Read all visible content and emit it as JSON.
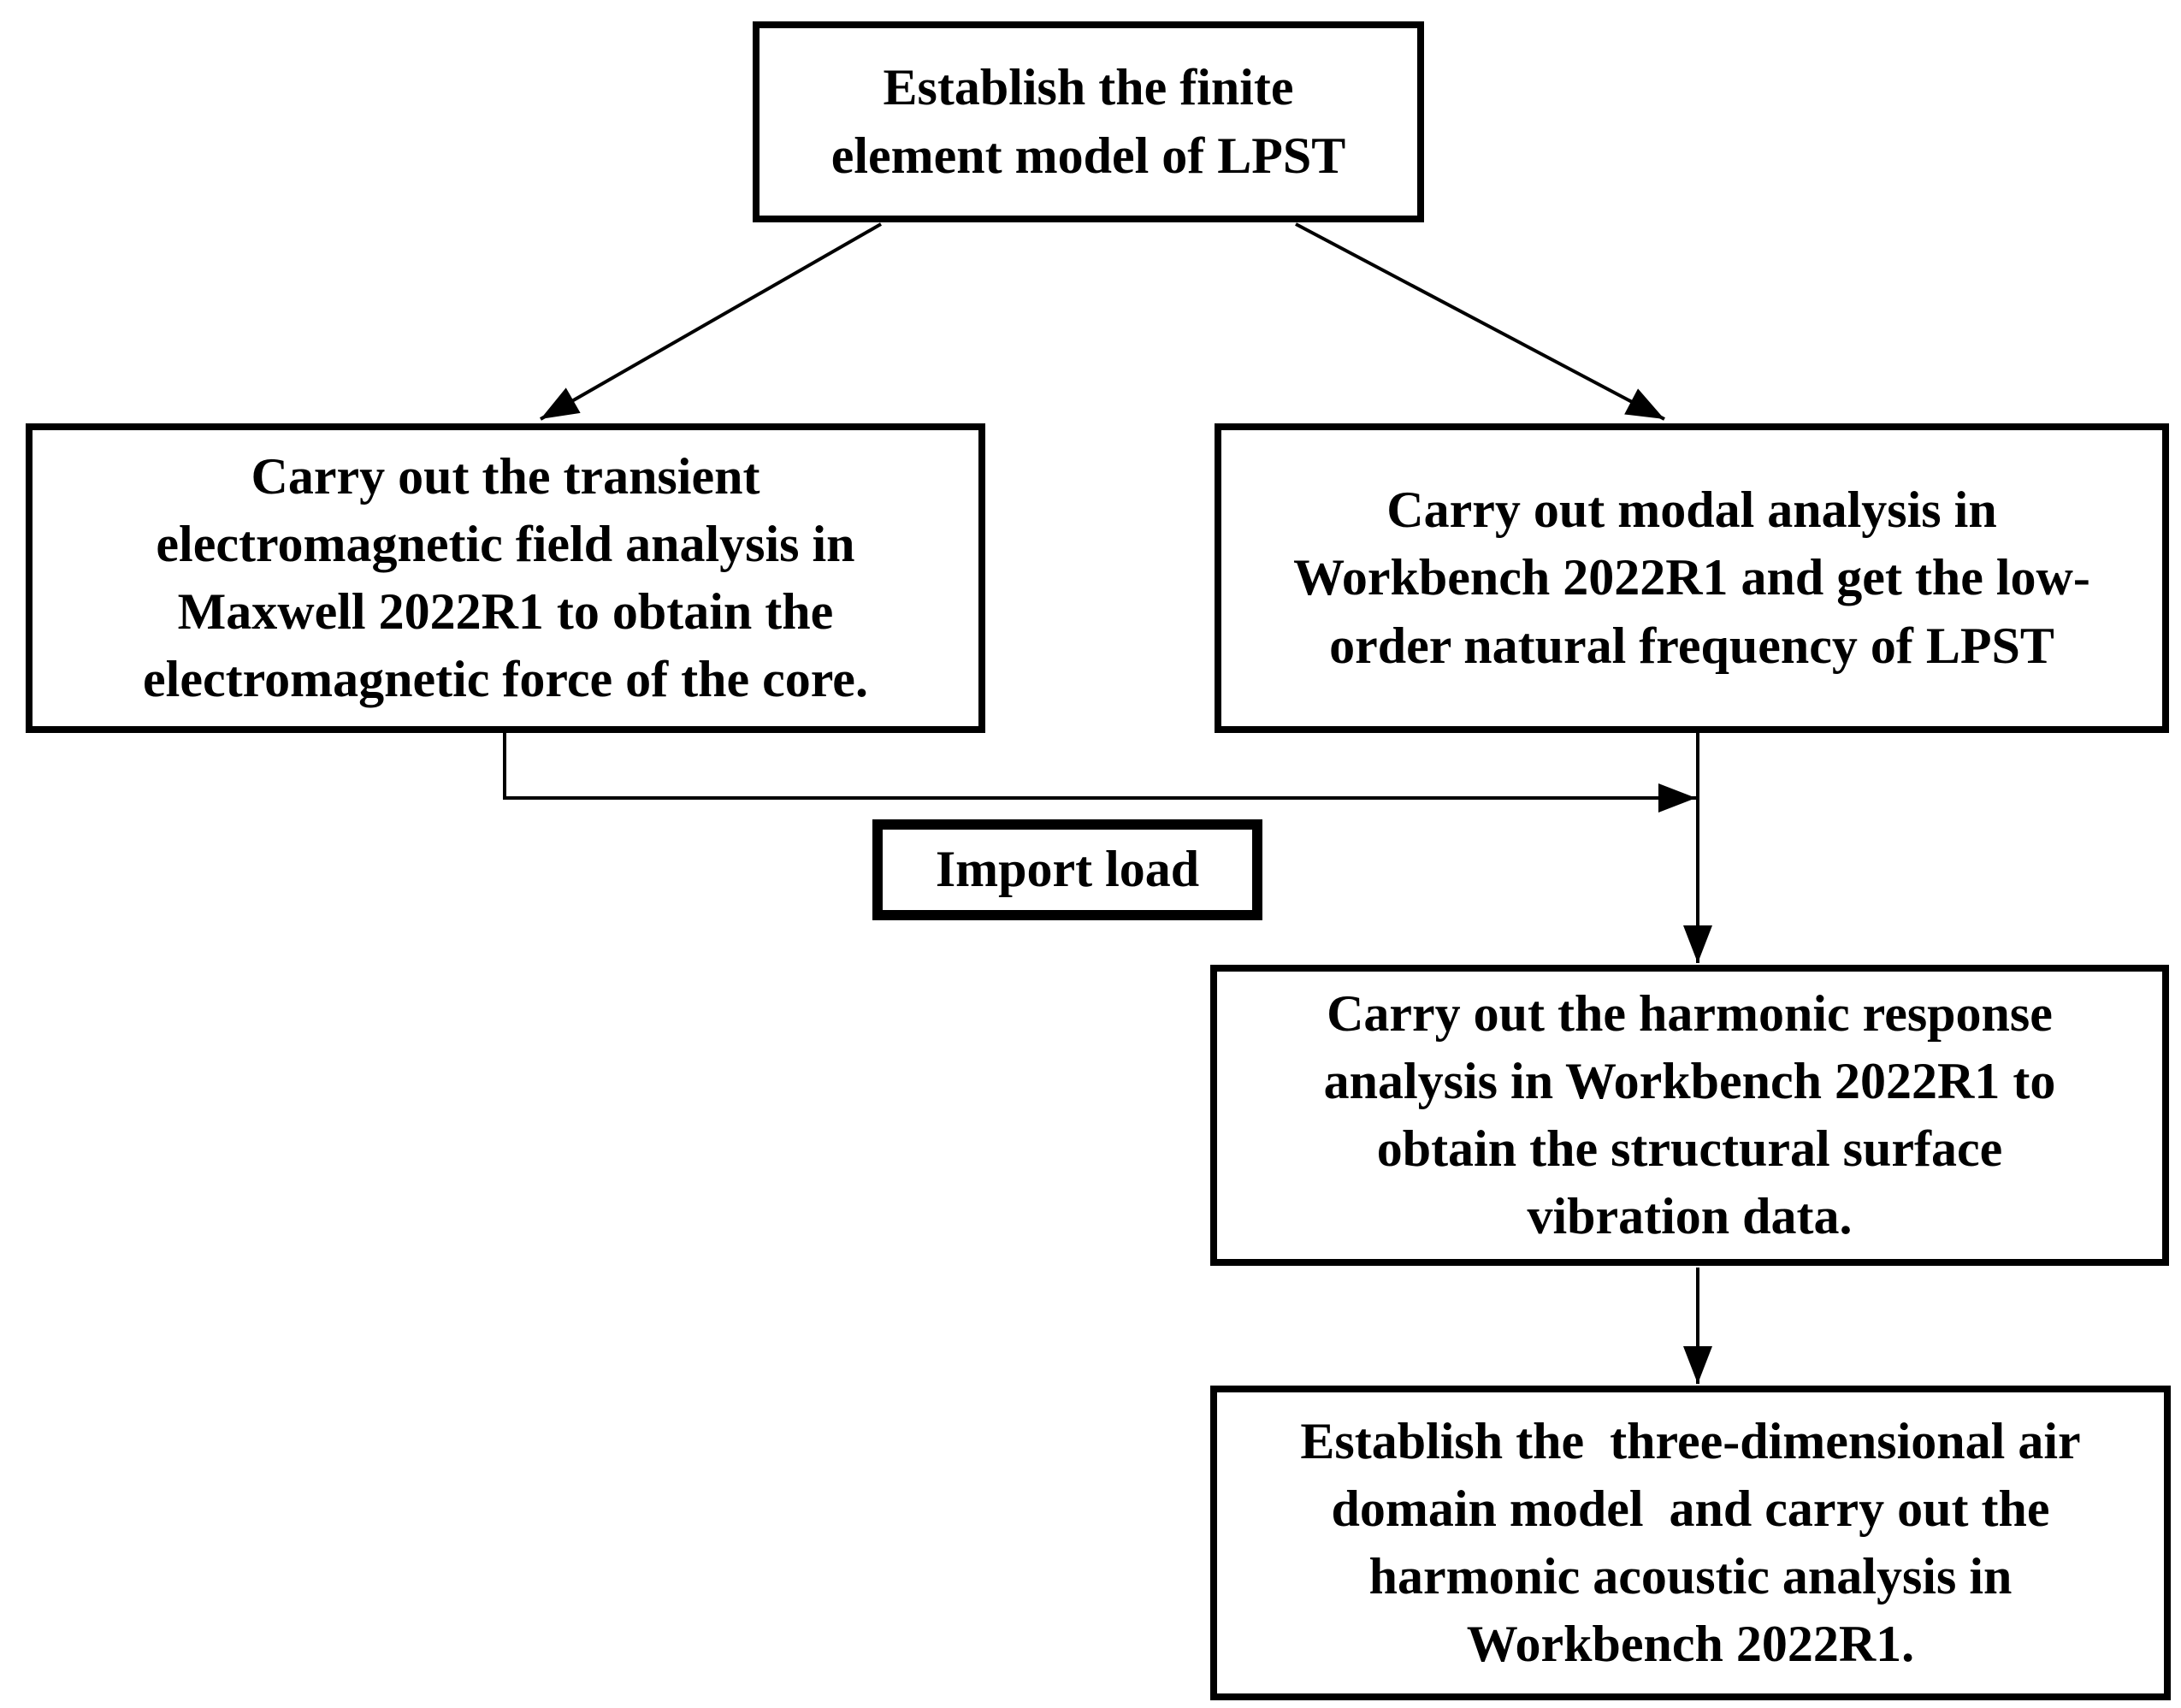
{
  "diagram": {
    "title": "LPST simulation workflow flowchart",
    "colors": {
      "background": "#ffffff",
      "stroke": "#000000",
      "text": "#000000"
    },
    "nodes": {
      "establish_fem": {
        "text": "Establish the finite\nelement model of LPST"
      },
      "transient_em": {
        "text": "Carry out the transient\nelectromagnetic field analysis in\nMaxwell 2022R1 to obtain the\nelectromagnetic force of the core."
      },
      "modal_analysis": {
        "text": "Carry out modal analysis in\nWorkbench 2022R1 and get the low-\norder natural frequency of LPST"
      },
      "import_load": {
        "text": "Import load"
      },
      "harmonic_response": {
        "text": "Carry out the harmonic response\nanalysis in Workbench 2022R1 to\nobtain the structural surface\nvibration data."
      },
      "harmonic_acoustic": {
        "text": "Establish the  three-dimensional air\ndomain model  and carry out the\nharmonic acoustic analysis in\nWorkbench 2022R1."
      }
    }
  }
}
